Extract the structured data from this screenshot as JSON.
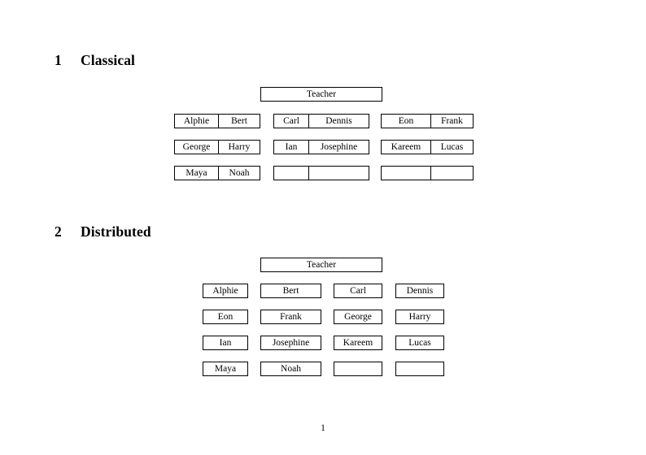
{
  "document": {
    "page_number": "1"
  },
  "sections": [
    {
      "number": "1",
      "title": "Classical",
      "root_label": "Teacher",
      "layout": "grouped",
      "groups": [
        {
          "rows": [
            [
              "Alphie",
              "Bert"
            ],
            [
              "George",
              "Harry"
            ],
            [
              "Maya",
              "Noah"
            ]
          ]
        },
        {
          "rows": [
            [
              "Carl",
              "Dennis"
            ],
            [
              "Ian",
              "Josephine"
            ],
            [
              "",
              ""
            ]
          ]
        },
        {
          "rows": [
            [
              "Eon",
              "Frank"
            ],
            [
              "Kareem",
              "Lucas"
            ],
            [
              "",
              ""
            ]
          ]
        }
      ]
    },
    {
      "number": "2",
      "title": "Distributed",
      "root_label": "Teacher",
      "layout": "columns",
      "rows": [
        [
          "Alphie",
          "Bert",
          "Carl",
          "Dennis"
        ],
        [
          "Eon",
          "Frank",
          "George",
          "Harry"
        ],
        [
          "Ian",
          "Josephine",
          "Kareem",
          "Lucas"
        ],
        [
          "Maya",
          "Noah",
          "",
          ""
        ]
      ]
    }
  ],
  "colors": {
    "page_background": "#ffffff",
    "text": "#000000",
    "border": "#000000"
  }
}
